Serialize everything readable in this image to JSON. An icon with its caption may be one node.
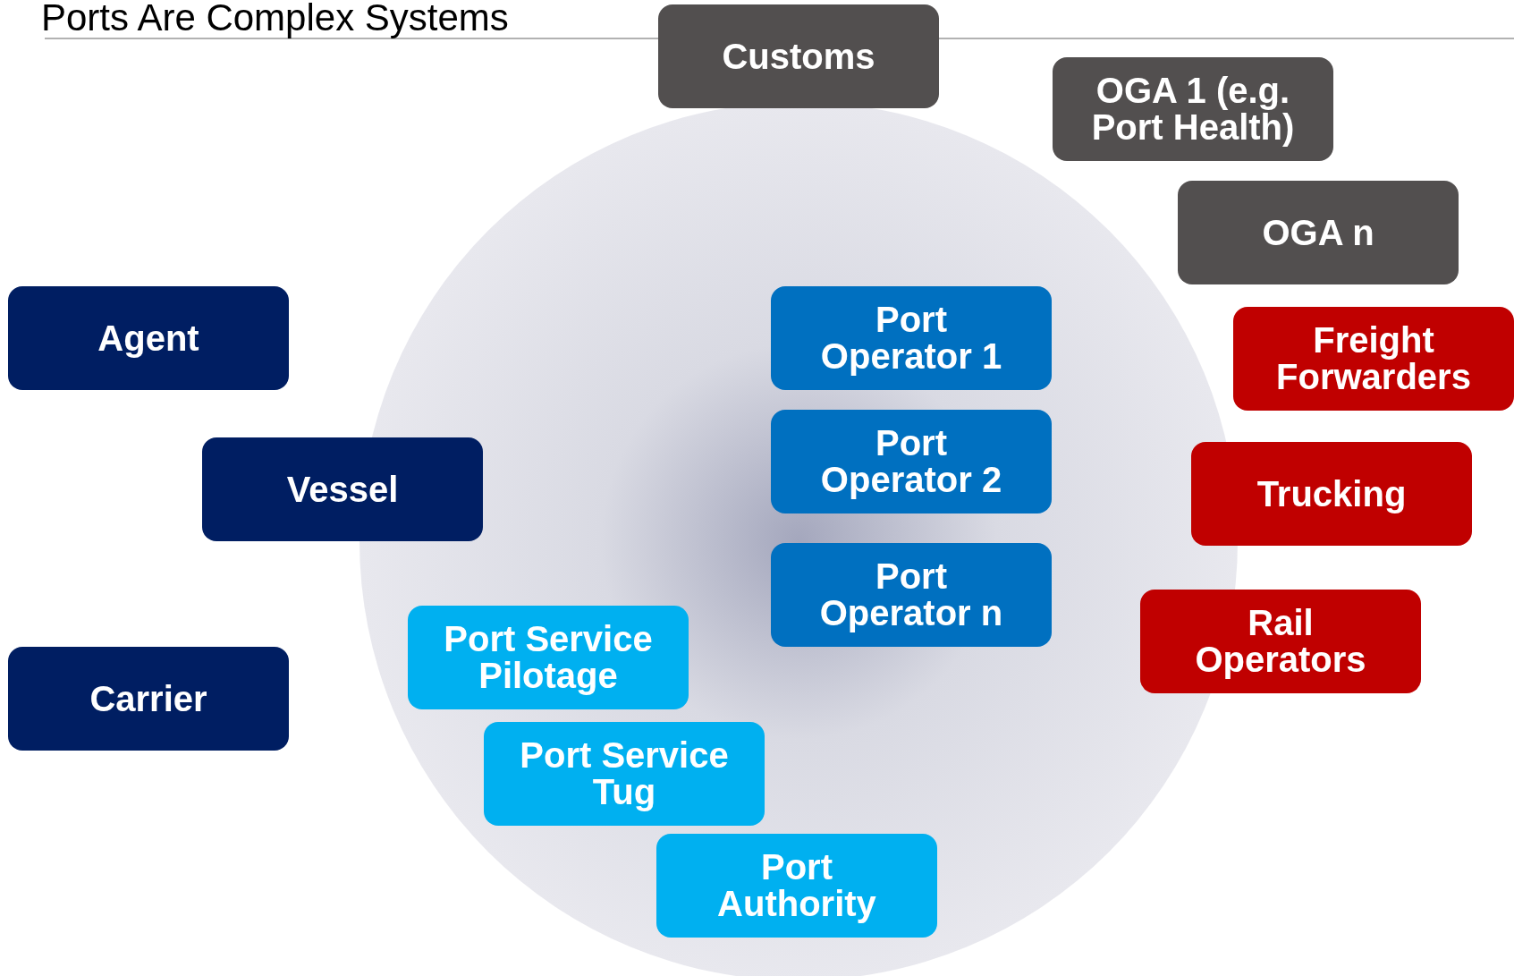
{
  "diagram": {
    "title": "Ports Are Complex Systems",
    "nodes": [
      {
        "text": [
          "Customs"
        ]
      },
      {
        "text": [
          "OGA 1 (e.g. Port Health)"
        ]
      },
      {
        "text": [
          "OGA n"
        ]
      },
      {
        "text": [
          "Agent"
        ]
      },
      {
        "text": [
          "Port Operator 1"
        ]
      },
      {
        "text": [
          "Freight Forwarders"
        ]
      },
      {
        "text": [
          "Vessel"
        ]
      },
      {
        "text": [
          "Port Operator 2"
        ]
      },
      {
        "text": [
          "Trucking"
        ]
      },
      {
        "text": [
          "Port Operator n"
        ]
      },
      {
        "text": [
          "Rail Operators"
        ]
      },
      {
        "text": [
          "Port Service Pilotage"
        ]
      },
      {
        "text": [
          "Carrier"
        ]
      },
      {
        "text": [
          "Port Service Tug"
        ]
      },
      {
        "text": [
          "Port Authority"
        ]
      }
    ],
    "edges": []
  }
}
